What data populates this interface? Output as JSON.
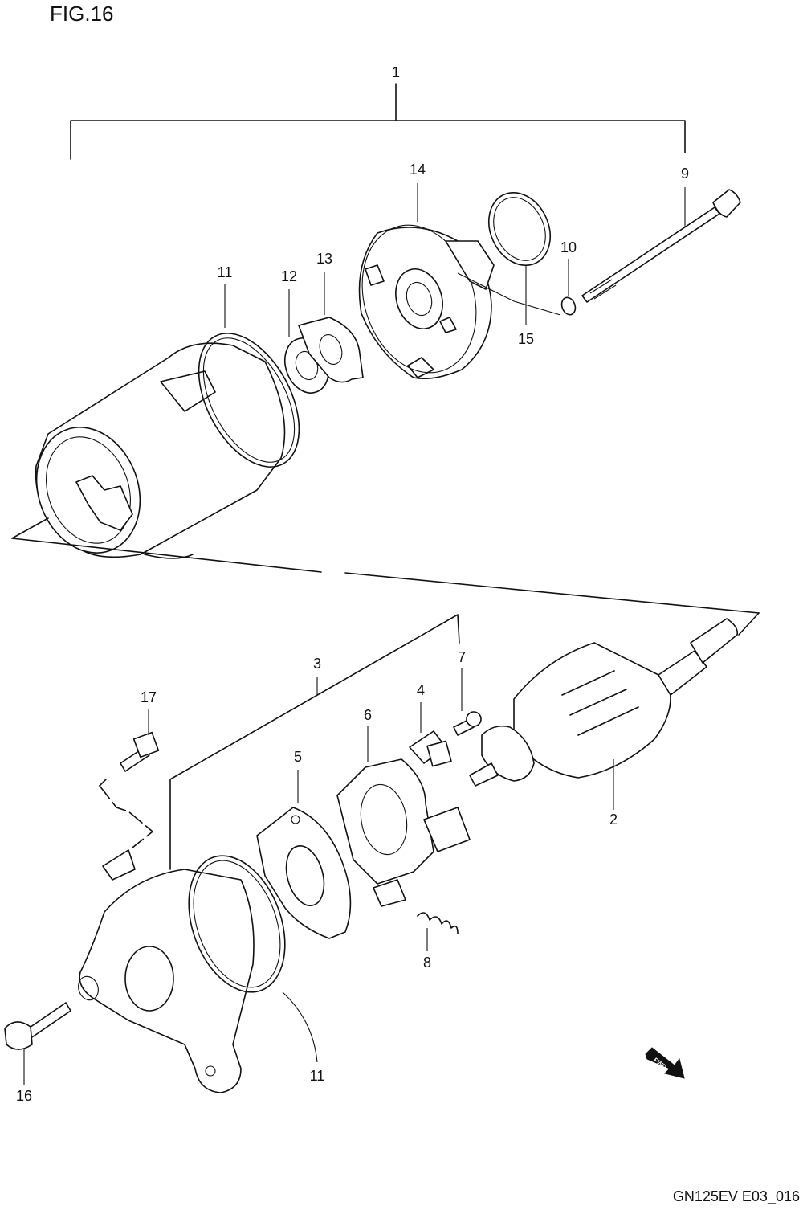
{
  "figure": {
    "title": "FIG.16",
    "code": "GN125EV E03_016",
    "fwd_label": "FWD"
  },
  "callouts": {
    "c1": "1",
    "c2": "2",
    "c3": "3",
    "c4": "4",
    "c5": "5",
    "c6": "6",
    "c7": "7",
    "c8": "8",
    "c9": "9",
    "c10": "10",
    "c11a": "11",
    "c11b": "11",
    "c12": "12",
    "c13": "13",
    "c14": "14",
    "c15": "15",
    "c16": "16",
    "c17": "17"
  }
}
